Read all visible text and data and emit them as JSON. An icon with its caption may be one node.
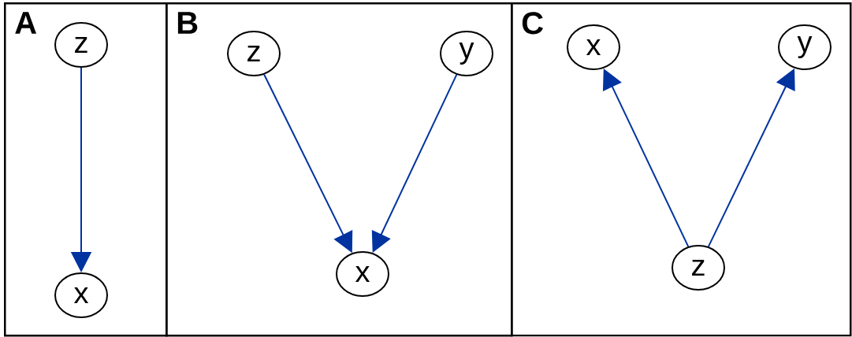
{
  "diagram": {
    "nodes": [
      {
        "text": [
          "A"
        ]
      },
      {
        "text": [
          "z"
        ],
        "in": 0
      },
      {
        "text": [
          "x"
        ],
        "in": 0
      },
      {
        "text": [
          "B"
        ]
      },
      {
        "text": [
          "z"
        ],
        "in": 3
      },
      {
        "text": [
          "y"
        ],
        "in": 3
      },
      {
        "text": [
          "x"
        ],
        "in": 3
      },
      {
        "text": [
          "C"
        ]
      },
      {
        "text": [
          "x"
        ],
        "in": 7
      },
      {
        "text": [
          "y"
        ],
        "in": 7
      },
      {
        "text": [
          "z"
        ],
        "in": 7
      }
    ],
    "edges": [
      {
        "from": 1,
        "to": 2,
        "arrow": "to"
      },
      {
        "from": 4,
        "to": 6,
        "arrow": "to"
      },
      {
        "from": 5,
        "to": 6,
        "arrow": "to"
      },
      {
        "from": 10,
        "to": 8,
        "arrow": "to"
      },
      {
        "from": 10,
        "to": 9,
        "arrow": "to"
      }
    ]
  }
}
